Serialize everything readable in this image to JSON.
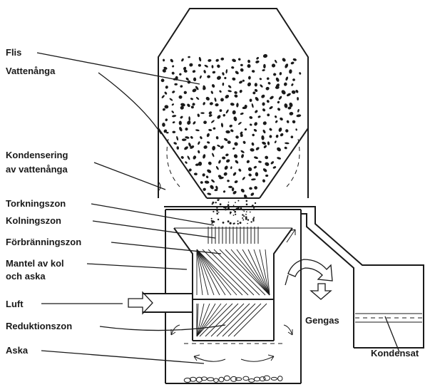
{
  "labels": {
    "flis": "Flis",
    "vattenanga": "Vattenånga",
    "kondensering_1": "Kondensering",
    "kondensering_2": "av vattenånga",
    "torkningszon": "Torkningszon",
    "kolningszon": "Kolningszon",
    "forbranningszon": "Förbränningszon",
    "mantel_1": "Mantel av kol",
    "mantel_2": "och aska",
    "luft": "Luft",
    "reduktionszon": "Reduktionszon",
    "aska": "Aska",
    "gengas": "Gengas",
    "kondensat": "Kondensat"
  },
  "colors": {
    "ink": "#1a1a1a",
    "background": "#ffffff"
  }
}
